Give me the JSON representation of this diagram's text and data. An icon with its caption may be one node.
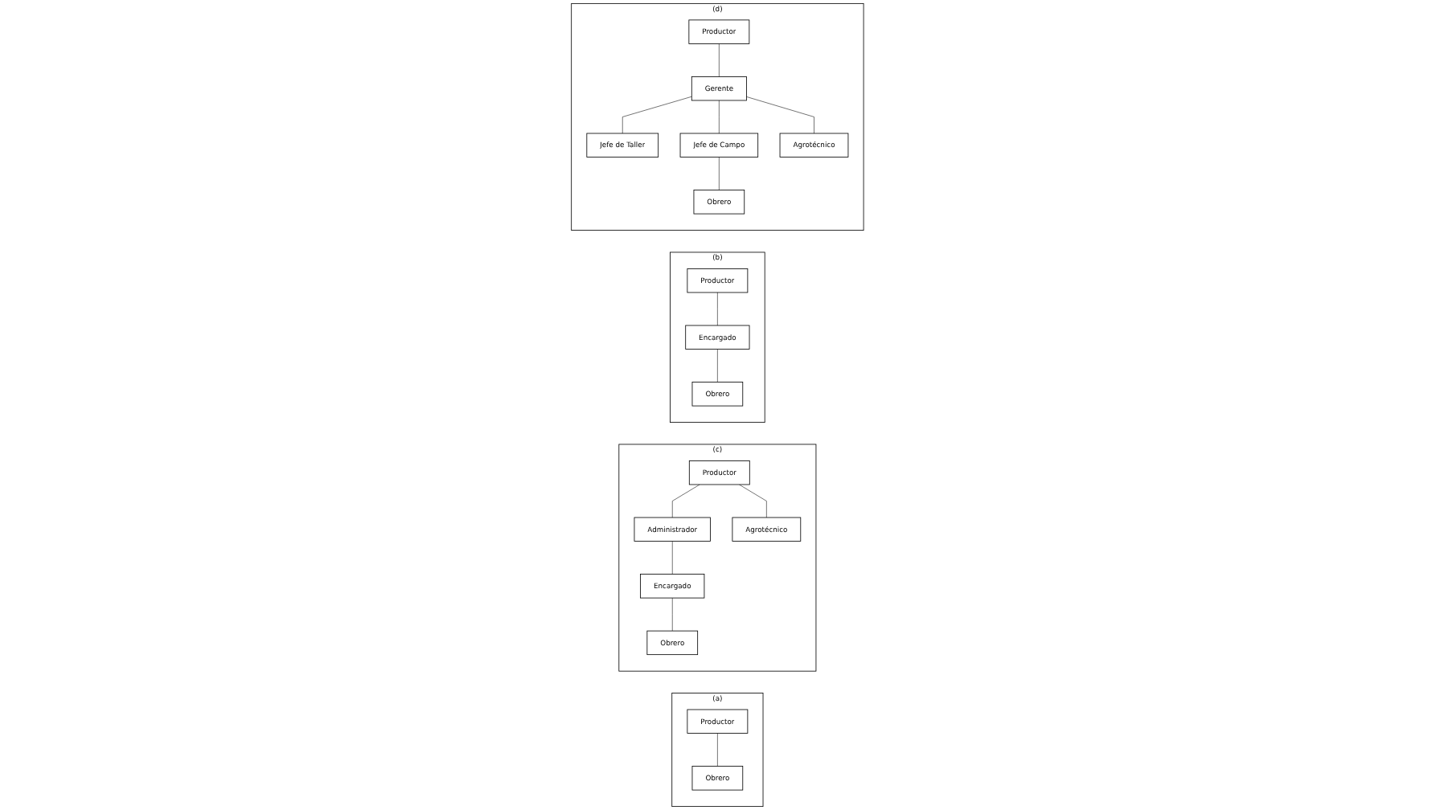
{
  "diagram": {
    "nodes": [
      {
        "text": [
          "(a)"
        ]
      },
      {
        "text": [
          "Productor"
        ],
        "in": 0
      },
      {
        "text": [
          "Obrero"
        ],
        "in": 0
      },
      {
        "text": [
          "(c)"
        ]
      },
      {
        "text": [
          "Productor"
        ],
        "in": 3
      },
      {
        "text": [
          "Agrotécnico"
        ],
        "in": 3
      },
      {
        "text": [
          "Administrador"
        ],
        "in": 3
      },
      {
        "text": [
          "Encargado"
        ],
        "in": 3
      },
      {
        "text": [
          "Obrero"
        ],
        "in": 3
      },
      {
        "text": [
          "(b)"
        ]
      },
      {
        "text": [
          "Productor"
        ],
        "in": 9
      },
      {
        "text": [
          "Encargado"
        ],
        "in": 9
      },
      {
        "text": [
          "Obrero"
        ],
        "in": 9
      },
      {
        "text": [
          "(d)"
        ]
      },
      {
        "text": [
          "Productor"
        ],
        "in": 13
      },
      {
        "text": [
          "Gerente"
        ],
        "in": 13
      },
      {
        "text": [
          "Jefe de Taller"
        ],
        "in": 13
      },
      {
        "text": [
          "Jefe de Campo"
        ],
        "in": 13
      },
      {
        "text": [
          "Agrotécnico"
        ],
        "in": 13
      },
      {
        "text": [
          "Obrero"
        ],
        "in": 13
      }
    ],
    "edges": [
      {
        "from": 1,
        "to": 2,
        "arrow": "none"
      },
      {
        "from": 4,
        "to": 6,
        "arrow": "none"
      },
      {
        "from": 4,
        "to": 5,
        "arrow": "none"
      },
      {
        "from": 6,
        "to": 7,
        "arrow": "none"
      },
      {
        "from": 7,
        "to": 8,
        "arrow": "none"
      },
      {
        "from": 10,
        "to": 11,
        "arrow": "none"
      },
      {
        "from": 11,
        "to": 12,
        "arrow": "none"
      },
      {
        "from": 14,
        "to": 15,
        "arrow": "none"
      },
      {
        "from": 15,
        "to": 16,
        "arrow": "none"
      },
      {
        "from": 15,
        "to": 17,
        "arrow": "none"
      },
      {
        "from": 15,
        "to": 18,
        "arrow": "none"
      },
      {
        "from": 17,
        "to": 19,
        "arrow": "none"
      }
    ]
  }
}
